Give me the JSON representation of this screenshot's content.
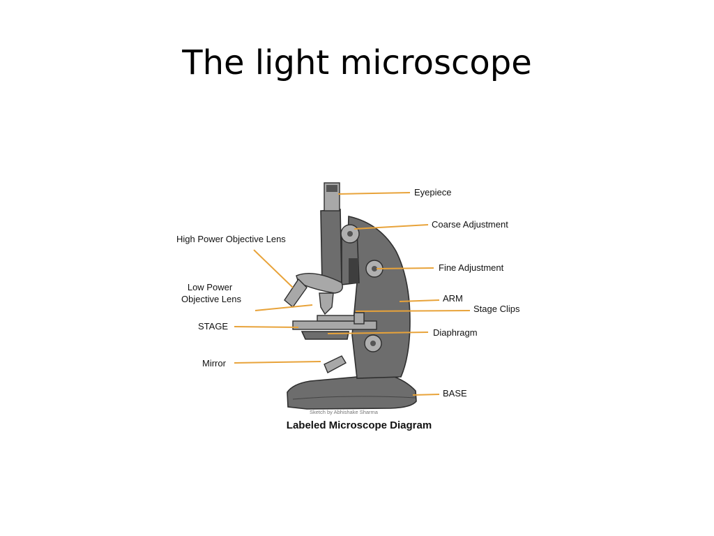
{
  "title": "The light microscope",
  "diagram": {
    "labels": {
      "eyepiece": "Eyepiece",
      "coarse": "Coarse Adjustment",
      "fine": "Fine Adjustment",
      "arm": "ARM",
      "stage_clips": "Stage Clips",
      "diaphragm": "Diaphragm",
      "base": "BASE",
      "high_power": "High Power Objective Lens",
      "low_power_1": "Low Power",
      "low_power_2": "Objective Lens",
      "stage": "STAGE",
      "mirror": "Mirror"
    },
    "credit": "Sketch by Abhishake Sharma",
    "caption": "Labeled Microscope Diagram",
    "leader_color": "#e8a33a"
  }
}
